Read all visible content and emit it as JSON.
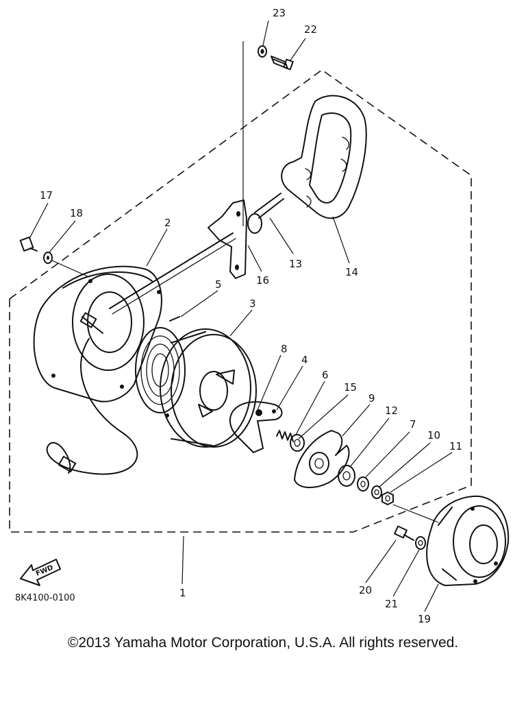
{
  "diagram": {
    "drawing_code": "8K4100-0100",
    "fwd_label": "FWD",
    "callouts": [
      "1",
      "2",
      "3",
      "4",
      "5",
      "6",
      "7",
      "8",
      "9",
      "10",
      "11",
      "12",
      "13",
      "14",
      "15",
      "16",
      "17",
      "18",
      "19",
      "20",
      "21",
      "22",
      "23"
    ]
  },
  "footer": {
    "copyright": "©2013 Yamaha Motor Corporation, U.S.A. All rights reserved."
  }
}
